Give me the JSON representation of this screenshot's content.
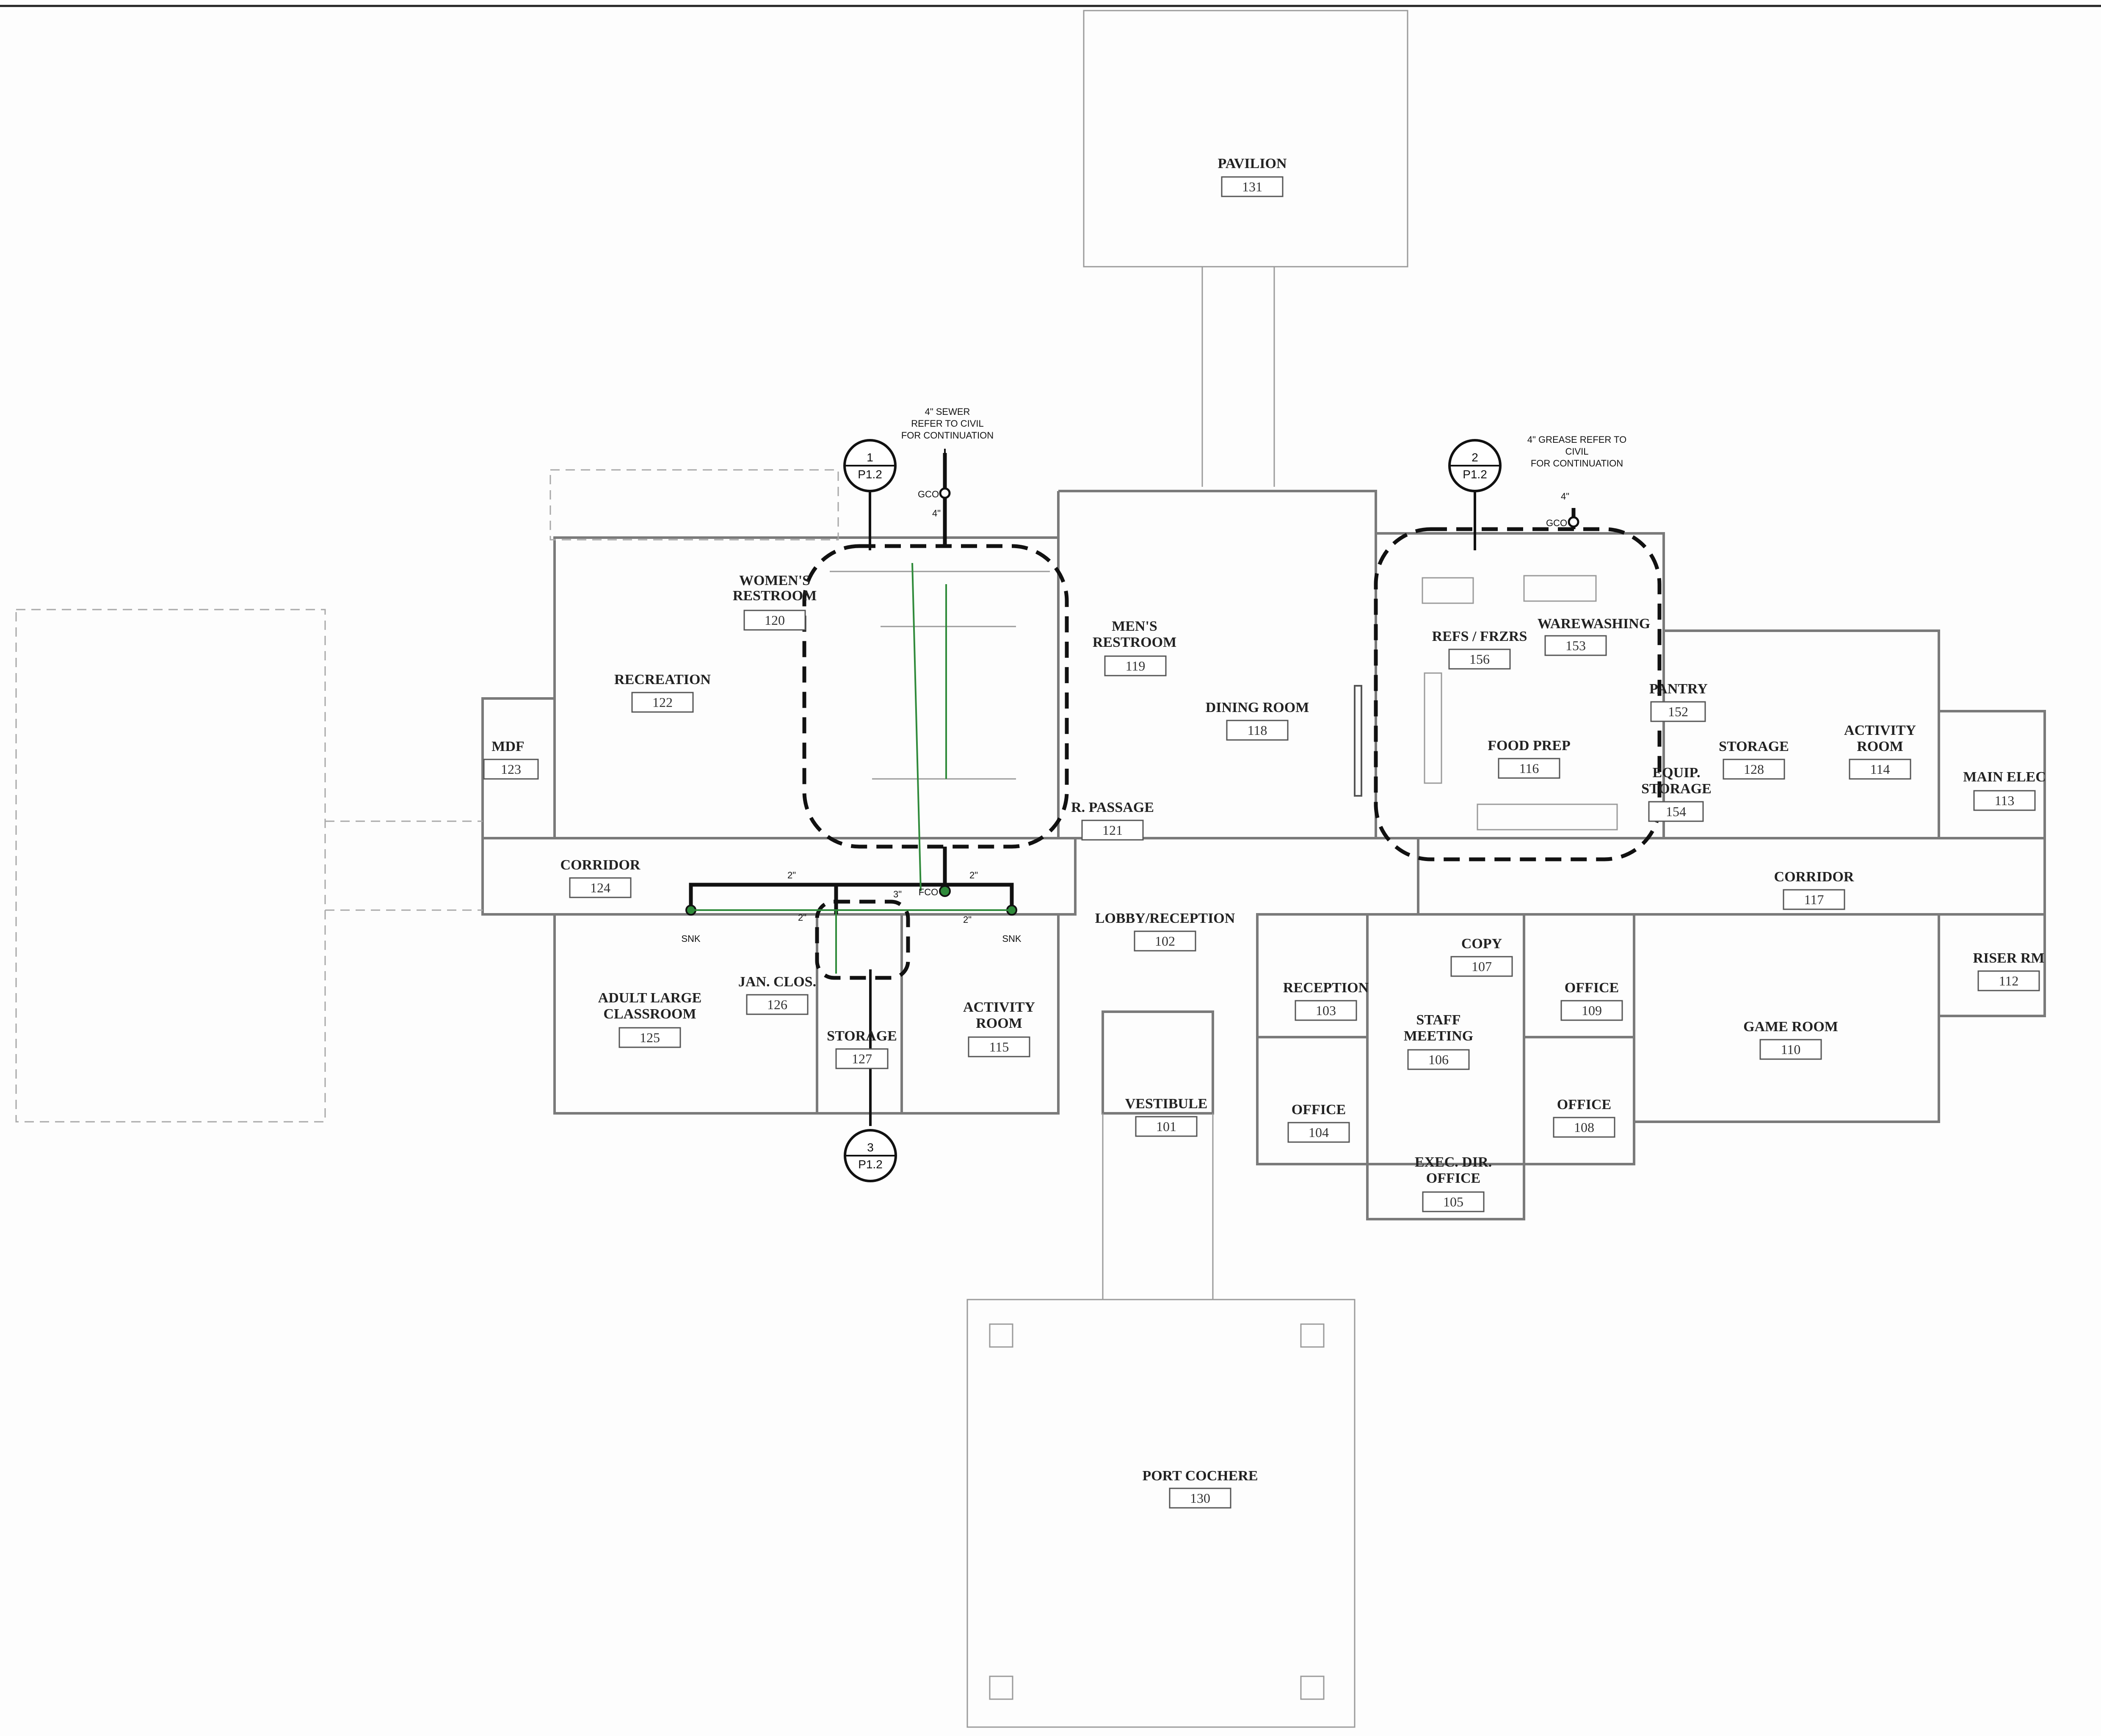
{
  "rooms": {
    "pavilion": {
      "name": "PAVILION",
      "num": "131"
    },
    "womens_restroom": {
      "name1": "WOMEN'S",
      "name2": "RESTROOM",
      "num": "120"
    },
    "mens_restroom": {
      "name1": "MEN'S",
      "name2": "RESTROOM",
      "num": "119"
    },
    "recreation": {
      "name": "RECREATION",
      "num": "122"
    },
    "mdf": {
      "name": "MDF",
      "num": "123"
    },
    "dining_room": {
      "name": "DINING ROOM",
      "num": "118"
    },
    "refs_frzrs": {
      "name": "REFS / FRZRS",
      "num": "156"
    },
    "warewashing": {
      "name": "WAREWASHING",
      "num": "153"
    },
    "food_prep": {
      "name": "FOOD PREP",
      "num": "116"
    },
    "pantry": {
      "name": "PANTRY",
      "num": "152"
    },
    "equip_storage": {
      "name1": "EQUIP.",
      "name2": "STORAGE",
      "num": "154"
    },
    "storage_128": {
      "name": "STORAGE",
      "num": "128"
    },
    "activity_room_114": {
      "name1": "ACTIVITY",
      "name2": "ROOM",
      "num": "114"
    },
    "main_elec": {
      "name": "MAIN ELEC",
      "num": "113"
    },
    "r_passage": {
      "name": "R. PASSAGE",
      "num": "121"
    },
    "corridor_124": {
      "name": "CORRIDOR",
      "num": "124"
    },
    "corridor_117": {
      "name": "CORRIDOR",
      "num": "117"
    },
    "lobby": {
      "name": "LOBBY/RECEPTION",
      "num": "102"
    },
    "adult_classroom": {
      "name1": "ADULT LARGE",
      "name2": "CLASSROOM",
      "num": "125"
    },
    "jan_clos": {
      "name": "JAN. CLOS.",
      "num": "126"
    },
    "storage_127": {
      "name": "STORAGE",
      "num": "127"
    },
    "activity_room_115": {
      "name1": "ACTIVITY",
      "name2": "ROOM",
      "num": "115"
    },
    "vestibule": {
      "name": "VESTIBULE",
      "num": "101"
    },
    "reception": {
      "name": "RECEPTION",
      "num": "103"
    },
    "copy": {
      "name": "COPY",
      "num": "107"
    },
    "staff_meeting": {
      "name1": "STAFF",
      "name2": "MEETING",
      "num": "106"
    },
    "office_109": {
      "name": "OFFICE",
      "num": "109"
    },
    "office_104": {
      "name": "OFFICE",
      "num": "104"
    },
    "office_108": {
      "name": "OFFICE",
      "num": "108"
    },
    "exec_dir": {
      "name1": "EXEC. DIR.",
      "name2": "OFFICE",
      "num": "105"
    },
    "game_room": {
      "name": "GAME ROOM",
      "num": "110"
    },
    "riser_rm": {
      "name": "RISER RM",
      "num": "112"
    },
    "port_cochere": {
      "name": "PORT COCHERE",
      "num": "130"
    }
  },
  "notes": {
    "sewer": [
      "4\" SEWER",
      "REFER TO CIVIL",
      "FOR CONTINUATION"
    ],
    "grease": [
      "4\" GREASE REFER TO",
      "CIVIL",
      "FOR CONTINUATION"
    ],
    "gco": "GCO",
    "fco": "FCO",
    "snk": "SNK",
    "pipe_4in": "4\"",
    "pipe_2in": "2\"",
    "pipe_3in": "3\""
  },
  "callouts": [
    {
      "num": "1",
      "sheet": "P1.2"
    },
    {
      "num": "2",
      "sheet": "P1.2"
    },
    {
      "num": "3",
      "sheet": "P1.2"
    }
  ],
  "colors": {
    "pipe": "#111111",
    "water_line": "#2f8a3a",
    "walls": "#7a7a7a"
  }
}
